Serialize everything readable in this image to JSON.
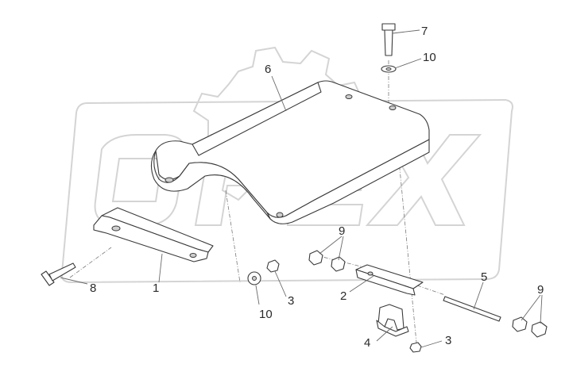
{
  "callouts": {
    "c1": "1",
    "c2": "2",
    "c3a": "3",
    "c3b": "3",
    "c4": "4",
    "c5": "5",
    "c6": "6",
    "c7": "7",
    "c8": "8",
    "c9a": "9",
    "c9b": "9",
    "c10a": "10",
    "c10b": "10"
  },
  "watermark": {
    "text": "OPEX"
  },
  "colors": {
    "line": "#3a3a3a",
    "watermark": "#d4d4d4",
    "background": "#ffffff"
  }
}
